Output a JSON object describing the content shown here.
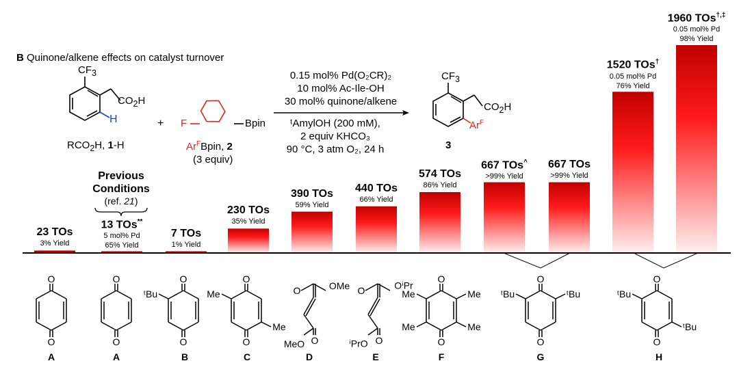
{
  "panel": {
    "letter": "B",
    "title": "Quinone/alkene effects on catalyst turnover"
  },
  "reaction": {
    "substrate": {
      "label_main": "RCO",
      "label_sub": "2",
      "label_tail": "H, ",
      "label_num": "1",
      "label_end": "-H",
      "cf3": "CF",
      "cf3_sub": "3",
      "acid": "CO",
      "acid_sub": "2",
      "acid_tail": "H",
      "h": "H"
    },
    "plus": "+",
    "reagent": {
      "f": "F",
      "bpin": "Bpin",
      "label_ar": "Ar",
      "label_sup": "F",
      "label_tail": "Bpin, ",
      "label_num": "2",
      "equiv": "(3 equiv)"
    },
    "conditions": [
      "0.15 mol% Pd(O₂CR)₂",
      "10 mol% Ac-Ile-OH",
      "30 mol% quinone/alkene",
      "ᵗAmylOH (200 mM),",
      "2 equiv KHCO₃",
      "90 °C, 3 atm O₂, 24 h"
    ],
    "product": {
      "cf3": "CF",
      "cf3_sub": "3",
      "acid": "CO",
      "acid_sub": "2",
      "acid_tail": "H",
      "ar": "Ar",
      "ar_sup": "F",
      "num": "3"
    }
  },
  "previous": {
    "line1": "Previous",
    "line2": "Conditions",
    "ref_open": "(ref. ",
    "ref_num": "21",
    "ref_close": ")"
  },
  "chart_data": {
    "type": "bar",
    "categories": [
      "A",
      "A",
      "B",
      "C",
      "D",
      "E",
      "F",
      "G",
      "H"
    ],
    "turnovers": [
      23,
      13,
      7,
      230,
      390,
      440,
      574,
      667,
      667,
      1520,
      1960
    ],
    "bars": [
      {
        "tos": 23,
        "tos_label": "23 TOs",
        "mark": "",
        "notes": [
          "3% Yield"
        ],
        "additive": "A"
      },
      {
        "tos": 13,
        "tos_label": "13 TOs",
        "mark": "**",
        "notes": [
          "5 mol% Pd",
          "65% Yield"
        ],
        "additive": "A"
      },
      {
        "tos": 7,
        "tos_label": "7 TOs",
        "mark": "",
        "notes": [
          "1% Yield"
        ],
        "additive": "B"
      },
      {
        "tos": 230,
        "tos_label": "230 TOs",
        "mark": "",
        "notes": [
          "35% Yield"
        ],
        "additive": "C"
      },
      {
        "tos": 390,
        "tos_label": "390 TOs",
        "mark": "",
        "notes": [
          "59% Yield"
        ],
        "additive": "D"
      },
      {
        "tos": 440,
        "tos_label": "440 TOs",
        "mark": "",
        "notes": [
          "66% Yield"
        ],
        "additive": "E"
      },
      {
        "tos": 574,
        "tos_label": "574 TOs",
        "mark": "",
        "notes": [
          "86% Yield"
        ],
        "additive": "F"
      },
      {
        "tos": 667,
        "tos_label": "667 TOs",
        "mark": "^",
        "notes": [
          ">99% Yield"
        ],
        "additive": "G"
      },
      {
        "tos": 667,
        "tos_label": "667 TOs",
        "mark": "",
        "notes": [
          ">99% Yield"
        ],
        "additive": "G"
      },
      {
        "tos": 1520,
        "tos_label": "1520 TOs",
        "mark": "†",
        "notes": [
          "0.05 mol% Pd",
          "76% Yield"
        ],
        "additive": "H"
      },
      {
        "tos": 1960,
        "tos_label": "1960 TOs",
        "mark": "†,‡",
        "notes": [
          "0.05 mol% Pd",
          "98% Yield"
        ],
        "additive": "H"
      }
    ],
    "ylim": [
      0,
      1960
    ],
    "colors": {
      "bar_top": "#c00000",
      "bar_mid": "#ff1a1a",
      "bar_bottom": "#fff0f0"
    }
  },
  "structures": {
    "A": {
      "o": "O"
    },
    "B": {
      "o": "O",
      "tbu": "ᵗBu"
    },
    "C": {
      "o": "O",
      "me": "Me"
    },
    "D": {
      "o": "O",
      "ome": "OMe",
      "meo": "MeO"
    },
    "E": {
      "o": "O",
      "oipr": "OⁱPr",
      "ipro": "ⁱPrO"
    },
    "F": {
      "o": "O",
      "me": "Me"
    },
    "G": {
      "o": "O",
      "tbu": "ᵗBu"
    },
    "H": {
      "o": "O",
      "tbu": "ᵗBu"
    }
  },
  "structure_letters": [
    "A",
    "A",
    "B",
    "C",
    "D",
    "E",
    "F",
    "G",
    "H"
  ]
}
